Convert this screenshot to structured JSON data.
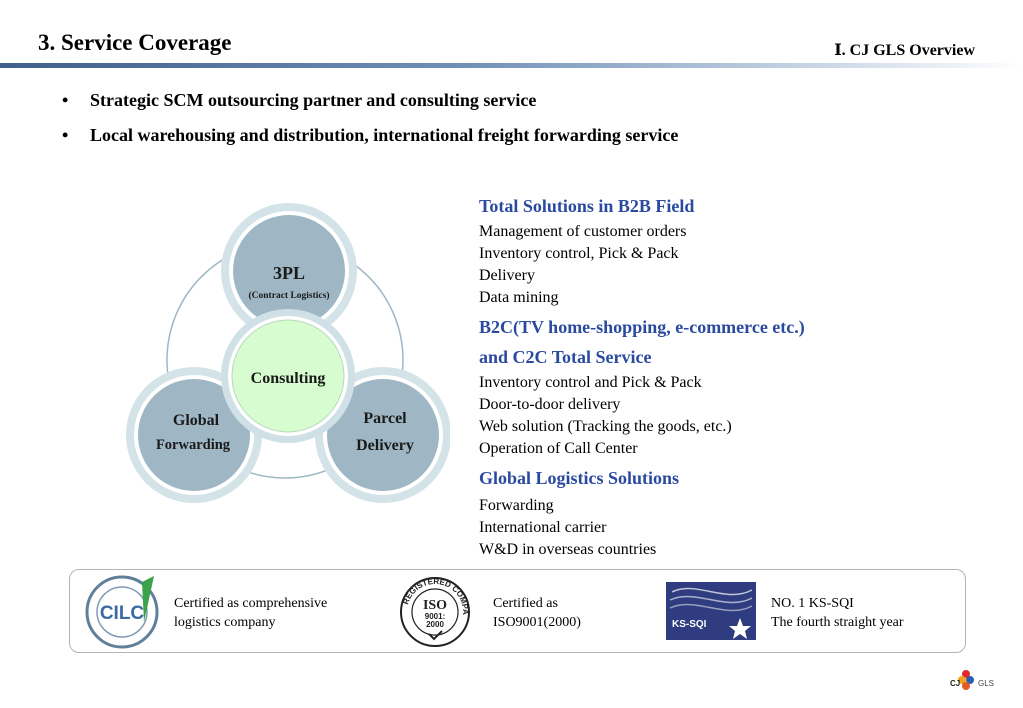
{
  "header": {
    "title": "3. Service Coverage",
    "section": "Ⅰ. CJ GLS Overview"
  },
  "bullets": [
    {
      "text": "Strategic SCM outsourcing partner and consulting service"
    },
    {
      "text": "Local warehousing and distribution, international freight forwarding service"
    }
  ],
  "diagram": {
    "center": "Consulting",
    "top": {
      "title": "3PL",
      "subtitle": "(Contract Logistics)"
    },
    "left": {
      "line1": "Global",
      "line2": "Forwarding"
    },
    "right": {
      "line1": "Parcel",
      "line2": "Delivery"
    }
  },
  "solutions": [
    {
      "heading": "Total Solutions in B2B Field",
      "items": [
        "Management of customer orders",
        "Inventory control, Pick & Pack",
        "Delivery",
        "Data mining"
      ]
    },
    {
      "heading": "B2C(TV home-shopping, e-commerce etc.)",
      "heading2": "and C2C Total Service",
      "items": [
        "Inventory control and Pick & Pack",
        "Door-to-door delivery",
        "Web solution (Tracking the goods, etc.)",
        "Operation of Call Center"
      ]
    },
    {
      "heading": "Global Logistics Solutions",
      "items": [
        "Forwarding",
        "International carrier",
        "W&D in overseas countries"
      ]
    }
  ],
  "certifications": [
    {
      "logo": "CILC",
      "line1": "Certified as comprehensive",
      "line2": "logistics company"
    },
    {
      "logo_top": "REGISTERED COMPANY",
      "logo_main": "ISO",
      "logo_sub1": "9001:",
      "logo_sub2": "2000",
      "line1": "Certified as",
      "line2": "ISO9001(2000)"
    },
    {
      "logo": "KS-SQI",
      "line1": "NO. 1 KS-SQI",
      "line2": "The fourth straight year"
    }
  ],
  "footer": {
    "logo_cj": "CJ",
    "logo_gls": "GLS"
  },
  "colors": {
    "accent_blue": "#2a4aa0",
    "circle_fill": "#9fb7c4",
    "center_fill": "#d6fccf",
    "ring": "#cfe0e6"
  }
}
